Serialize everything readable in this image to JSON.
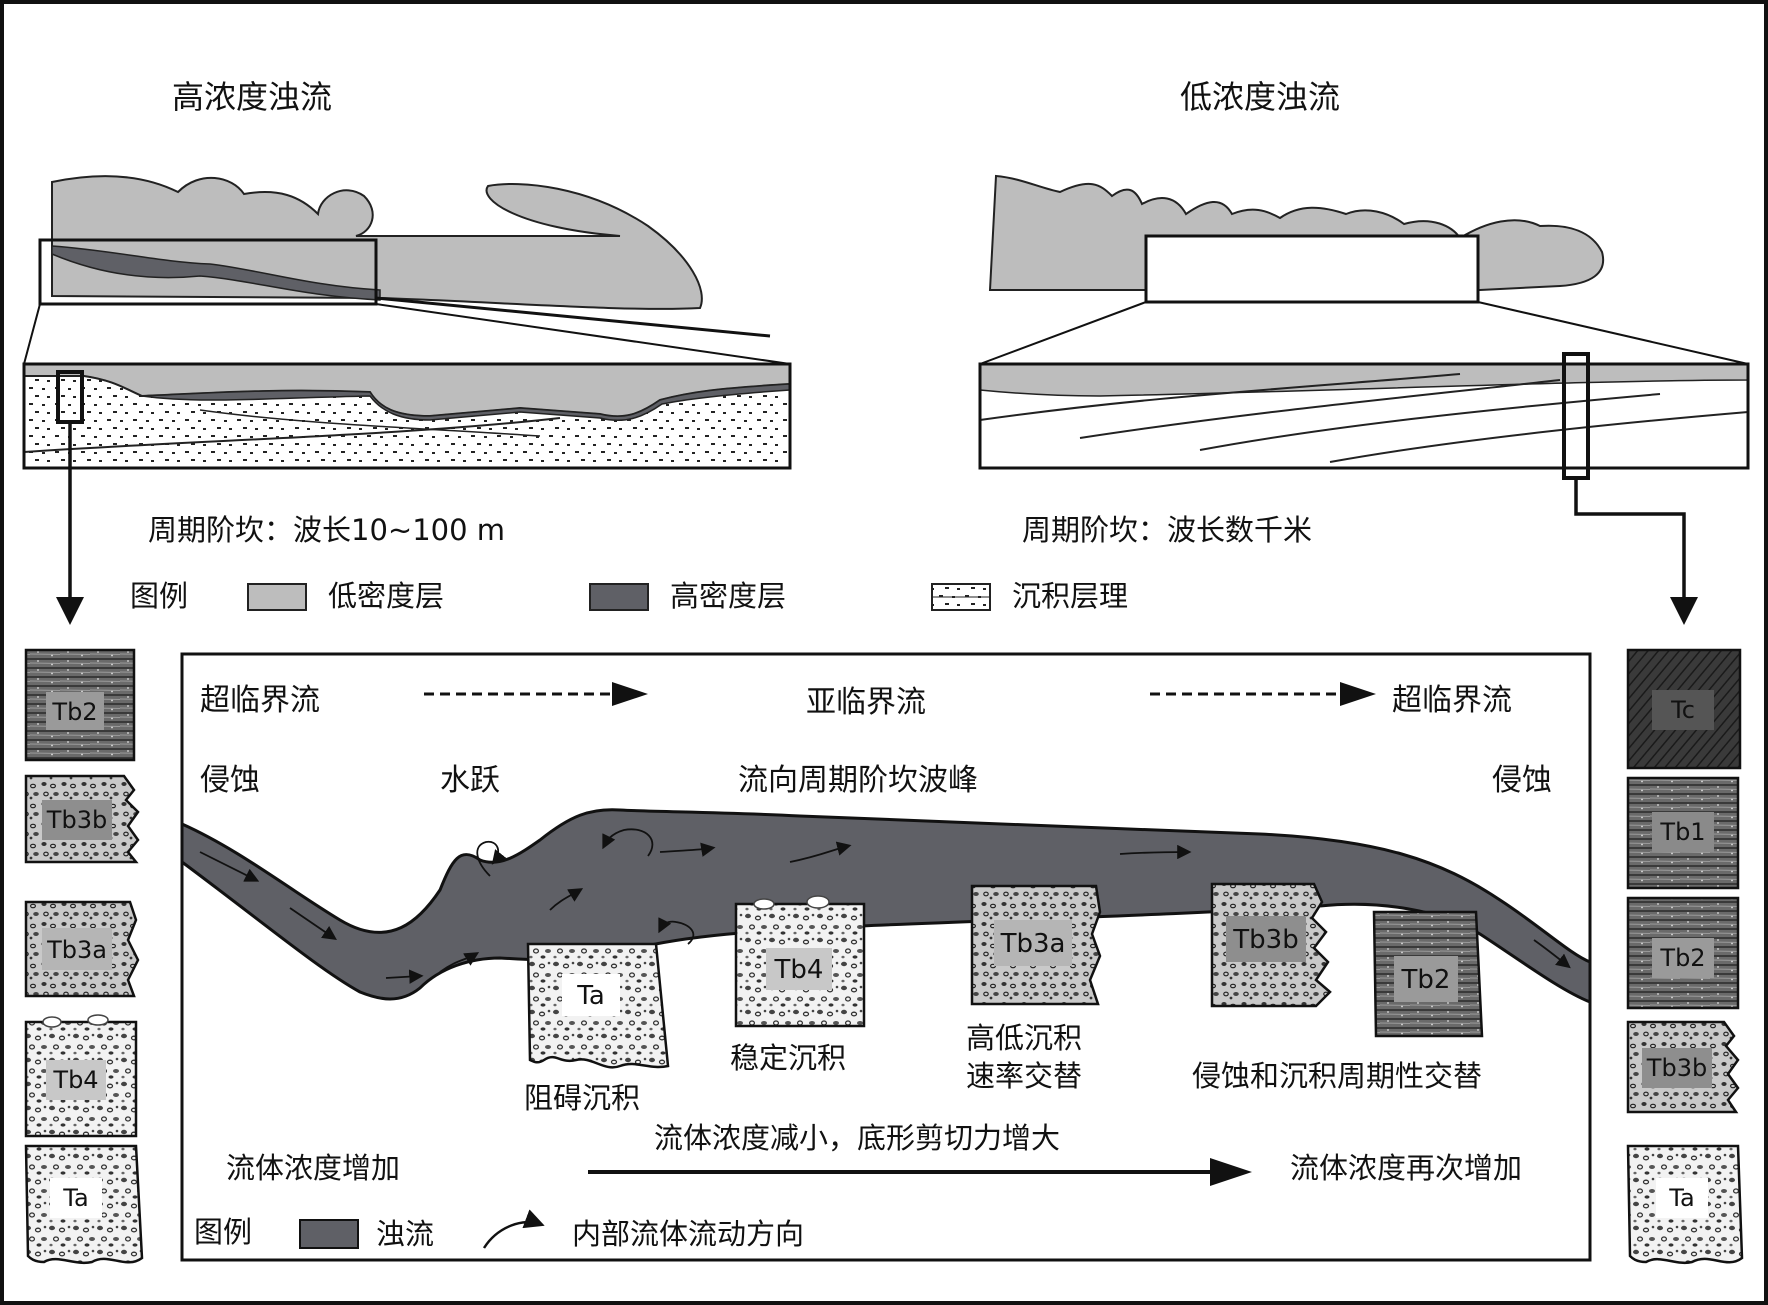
{
  "top": {
    "high": {
      "title": "高浓度浊流",
      "caption": "周期阶坎：波长10~100 m"
    },
    "low": {
      "title": "低浓度浊流",
      "caption": "周期阶坎：波长数千米"
    },
    "legend": {
      "title": "图例",
      "items": [
        {
          "label": "低密度层",
          "color": "#bdbdbd"
        },
        {
          "label": "高密度层",
          "color": "#5f6066"
        },
        {
          "label": "沉积层理",
          "color": "#ffffff"
        }
      ]
    }
  },
  "main": {
    "flow_regimes": [
      "超临界流",
      "亚临界流",
      "超临界流"
    ],
    "processes": [
      "侵蚀",
      "水跃",
      "流向周期阶坎波峰",
      "侵蚀"
    ],
    "blocks": [
      {
        "label": "Ta",
        "caption": "阻碍沉积"
      },
      {
        "label": "Tb4",
        "caption": "稳定沉积"
      },
      {
        "label": "Tb3a",
        "caption_line1": "高低沉积",
        "caption_line2": "速率交替"
      },
      {
        "label": "Tb3b",
        "caption": "侵蚀和沉积周期性交替"
      },
      {
        "label": "Tb2"
      }
    ],
    "bottom": {
      "left": "流体浓度增加",
      "middle": "流体浓度减小，底形剪切力增大",
      "right": "流体浓度再次增加"
    },
    "legend": {
      "title": "图例",
      "flow_label": "浊流",
      "arrow_label": "内部流体流动方向",
      "flow_color": "#5f6066"
    }
  },
  "left_column": [
    "Tb2",
    "Tb3b",
    "Tb3a",
    "Tb4",
    "Ta"
  ],
  "right_column": [
    "Tc",
    "Tb1",
    "Tb2",
    "Tb3b",
    "Ta"
  ]
}
